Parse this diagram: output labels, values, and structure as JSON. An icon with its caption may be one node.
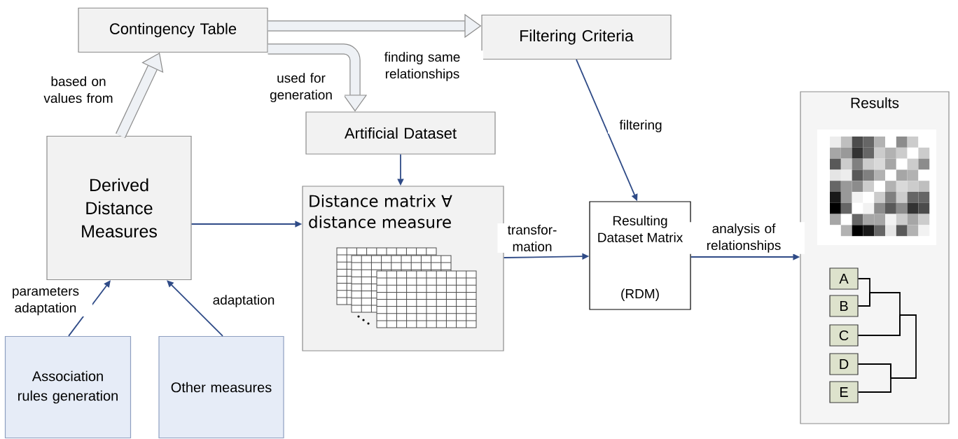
{
  "diagram": {
    "nodes": [
      {
        "text": [
          "Contingency Table"
        ]
      },
      {
        "text": [
          "Filtering Criteria"
        ]
      },
      {
        "text": [
          "Artificial Dataset"
        ]
      },
      {
        "text": [
          "Derived Distance Measures"
        ]
      },
      {
        "text": [
          "Distance matrix ∀ distance measure"
        ]
      },
      {
        "text": [
          "Resulting Dataset Matrix",
          "(RDM)"
        ]
      },
      {
        "text": [
          "Results"
        ]
      },
      {
        "text": [
          "A"
        ],
        "in": 6
      },
      {
        "text": [
          "B"
        ],
        "in": 6
      },
      {
        "text": [
          "C"
        ],
        "in": 6
      },
      {
        "text": [
          "D"
        ],
        "in": 6
      },
      {
        "text": [
          "E"
        ],
        "in": 6
      },
      {
        "text": [
          "Association rules generation"
        ]
      },
      {
        "text": [
          "Other measures"
        ]
      }
    ],
    "edges": [
      {
        "from": 3,
        "to": 0,
        "arrow": "to",
        "label": "based on values from",
        "style": "thick",
        "color": "#8c8c8c"
      },
      {
        "from": 0,
        "to": 1,
        "arrow": "to",
        "label": "finding same relationships",
        "style": "thick",
        "color": "#8c8c8c"
      },
      {
        "from": 0,
        "to": 2,
        "arrow": "to",
        "label": "used for generation",
        "style": "thick",
        "color": "#8c8c8c"
      },
      {
        "from": 2,
        "to": 4,
        "arrow": "to"
      },
      {
        "from": 3,
        "to": 4,
        "arrow": "to"
      },
      {
        "from": 1,
        "to": 5,
        "arrow": "to",
        "label": "filtering"
      },
      {
        "from": 4,
        "to": 5,
        "arrow": "to",
        "label": "transfor- mation"
      },
      {
        "from": 5,
        "to": 6,
        "arrow": "to",
        "label": "analysis of relationships"
      },
      {
        "from": 12,
        "to": 3,
        "arrow": "to",
        "label": "parameters adaptation"
      },
      {
        "from": 13,
        "to": 3,
        "arrow": "to",
        "label": "adaptation"
      },
      {
        "from": 7,
        "to": 8,
        "arrow": "none",
        "color": "#000000"
      },
      {
        "from": 10,
        "to": 11,
        "arrow": "none",
        "color": "#000000"
      },
      {
        "from": 8,
        "to": 9,
        "arrow": "none",
        "color": "#000000"
      },
      {
        "from": 9,
        "to": 10,
        "arrow": "none",
        "color": "#000000"
      }
    ]
  }
}
